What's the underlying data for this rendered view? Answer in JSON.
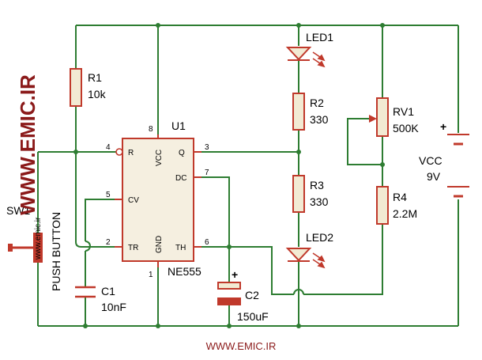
{
  "watermark_side": "WWW.EMIC.IR",
  "watermark_footer": "WWW.EMIC.IR",
  "colors": {
    "wire": "#2e7d32",
    "body": "#c0392b",
    "chip_fill": "#f5efe0",
    "resistor_fill": "#f2ead3",
    "watermark": "#8b1a1a"
  },
  "components": {
    "r1": {
      "ref": "R1",
      "value": "10k"
    },
    "r2": {
      "ref": "R2",
      "value": "330"
    },
    "r3": {
      "ref": "R3",
      "value": "330"
    },
    "r4": {
      "ref": "R4",
      "value": "2.2M"
    },
    "rv1": {
      "ref": "RV1",
      "value": "500K"
    },
    "c1": {
      "ref": "C1",
      "value": "10nF"
    },
    "c2": {
      "ref": "C2",
      "value": "150uF",
      "polarity": "+"
    },
    "led1": {
      "ref": "LED1"
    },
    "led2": {
      "ref": "LED2"
    },
    "battery": {
      "ref": "VCC",
      "value": "9V",
      "polarity": "+"
    },
    "sw1": {
      "ref": "SW1",
      "label": "PUSH BUTTON",
      "mark": "www.emic.ir"
    },
    "u1": {
      "ref": "U1",
      "part": "NE555",
      "pins": {
        "r": {
          "name": "R",
          "num": "4"
        },
        "cv": {
          "name": "CV",
          "num": "5"
        },
        "tr": {
          "name": "TR",
          "num": "2"
        },
        "vcc": {
          "name": "VCC",
          "num": "8"
        },
        "gnd": {
          "name": "GND",
          "num": "1"
        },
        "q": {
          "name": "Q",
          "num": "3"
        },
        "dc": {
          "name": "DC",
          "num": "7"
        },
        "th": {
          "name": "TH",
          "num": "6"
        }
      }
    }
  }
}
